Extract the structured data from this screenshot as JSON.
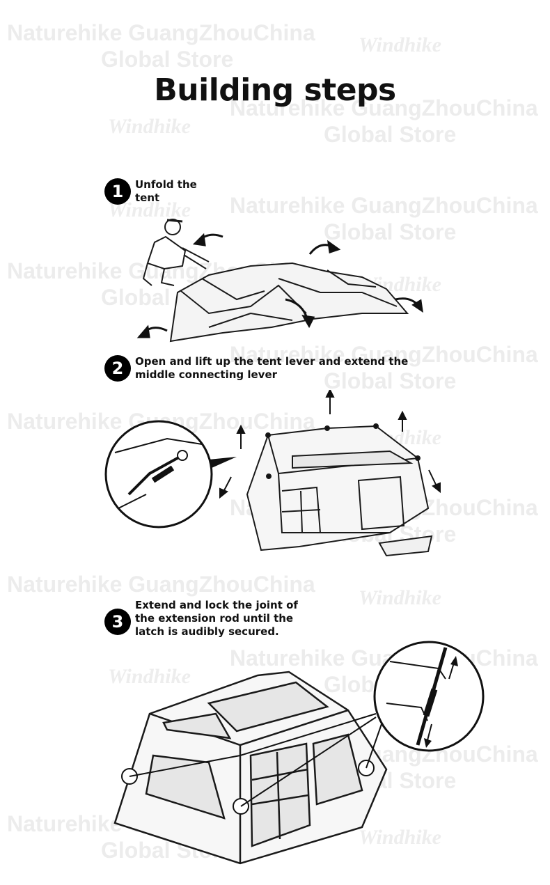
{
  "watermark": {
    "store_line1": "Naturehike GuangZhouChina",
    "store_line2": "Global Store",
    "logo": "Windhike"
  },
  "title": "Building steps",
  "steps": [
    {
      "number": "1",
      "text_line1": "Unfold the",
      "text_line2": "tent"
    },
    {
      "number": "2",
      "text_line1": "Open and lift up the tent lever and extend the",
      "text_line2": "middle connecting lever"
    },
    {
      "number": "3",
      "text_line1": "Extend and lock the joint of",
      "text_line2": "the extension rod until the",
      "text_line3": "latch is audibly secured."
    }
  ],
  "illustrations": {
    "step1": "unfolding-tent-illustration",
    "step2": "lifting-tent-frame-illustration",
    "step3": "assembled-tent-illustration"
  }
}
